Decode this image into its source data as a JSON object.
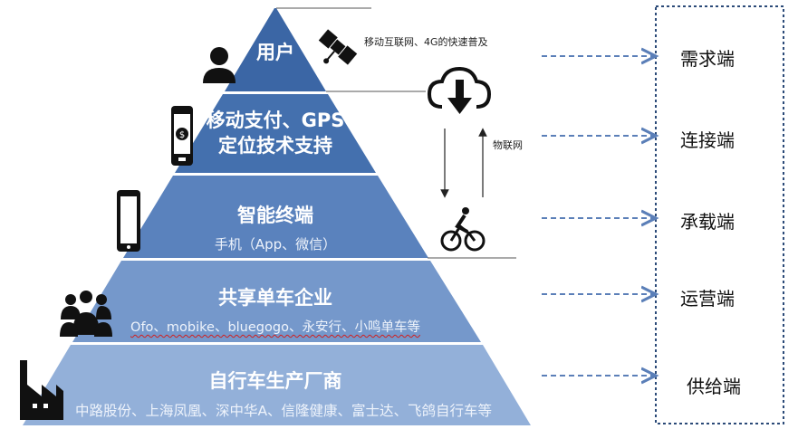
{
  "tiers": [
    {
      "title": "用户",
      "subtitle": "",
      "color": "#3b66a5"
    },
    {
      "title": "移动支付、GPS",
      "subtitle": "定位技术支持",
      "color": "#4470ae"
    },
    {
      "title": "智能终端",
      "subtitle": "手机（App、微信）",
      "color": "#5a82bd"
    },
    {
      "title": "共享单车企业",
      "subtitle": "Ofo、mobike、bluegogo、永安行、小鸣单车等",
      "color": "#7598cb"
    },
    {
      "title": "自行车生产厂商",
      "subtitle": "中路股份、上海凤凰、深中华A、信隆健康、富士达、飞鸽自行车等",
      "color": "#93b0d9"
    }
  ],
  "right_labels": [
    "需求端",
    "连接端",
    "承载端",
    "运营端",
    "供给端"
  ],
  "notes": {
    "mobile_internet": "移动互联网、4G的快速普及",
    "iot": "物联网"
  },
  "icons": [
    "user-icon",
    "satellite-icon",
    "phone-payment-icon",
    "smartphone-icon",
    "group-icon",
    "factory-icon",
    "cloud-download-icon",
    "bicycle-icon"
  ],
  "colors": {
    "arrow": "#5b7fb8",
    "box_border": "#2b4a78"
  }
}
